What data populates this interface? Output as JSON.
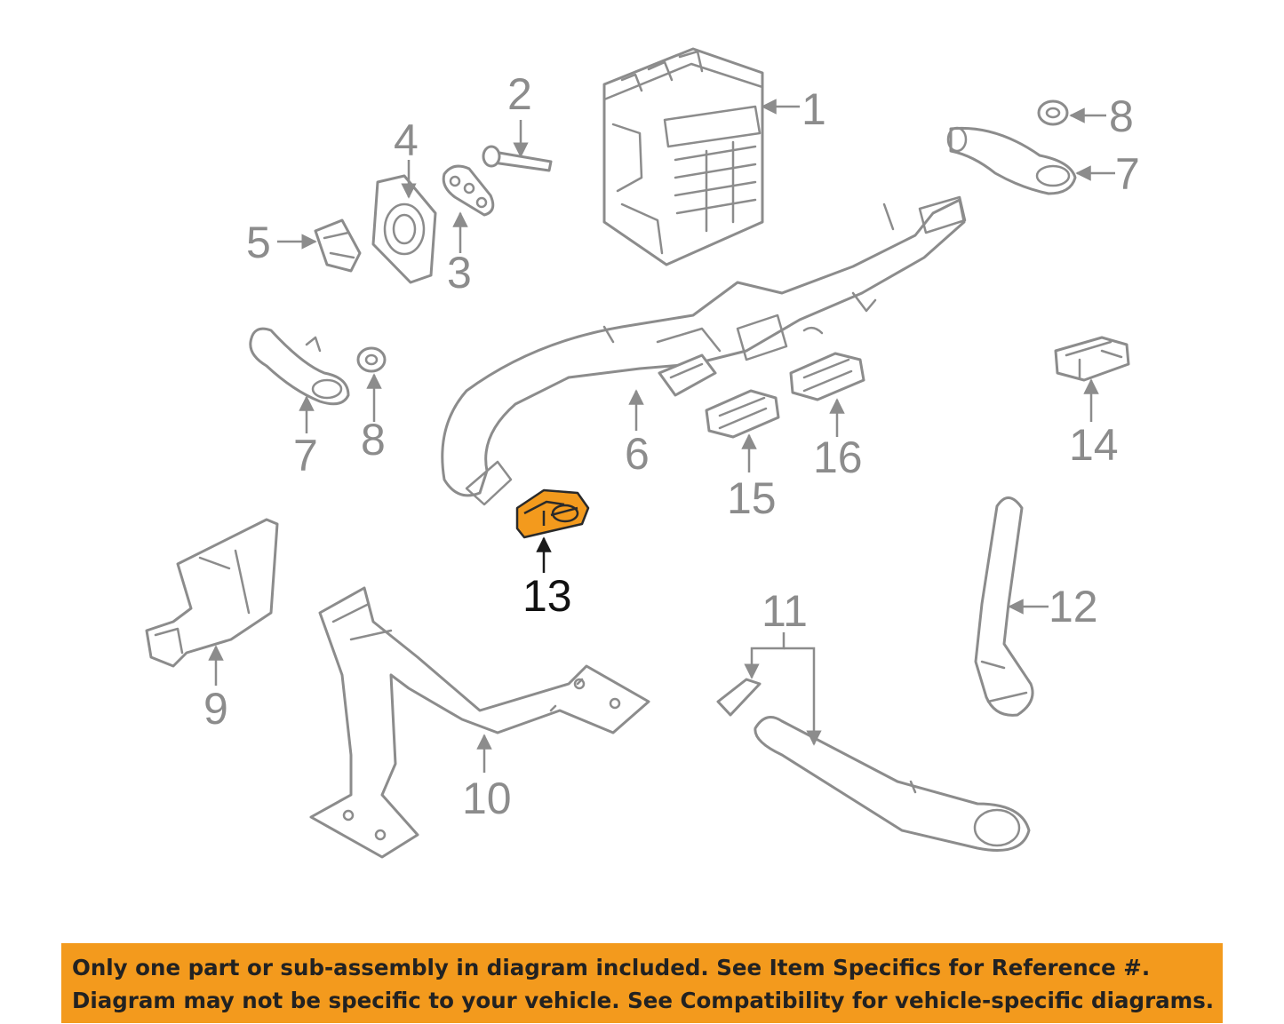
{
  "colors": {
    "highlight": "#f39a1d",
    "line": "#8c8c8c",
    "notice_bg": "#f39a1d"
  },
  "callouts": {
    "c1": "1",
    "c2": "2",
    "c3": "3",
    "c4": "4",
    "c5": "5",
    "c6": "6",
    "c7a": "7",
    "c7b": "7",
    "c8a": "8",
    "c8b": "8",
    "c9": "9",
    "c10": "10",
    "c11": "11",
    "c12": "12",
    "c13": "13",
    "c14": "14",
    "c15": "15",
    "c16": "16"
  },
  "highlighted_part": "13",
  "notice": {
    "line1": "Only one part or sub-assembly in diagram included. See Item Specifics for Reference #.",
    "line2": "Diagram may not be specific to your vehicle. See Compatibility for vehicle-specific diagrams."
  }
}
